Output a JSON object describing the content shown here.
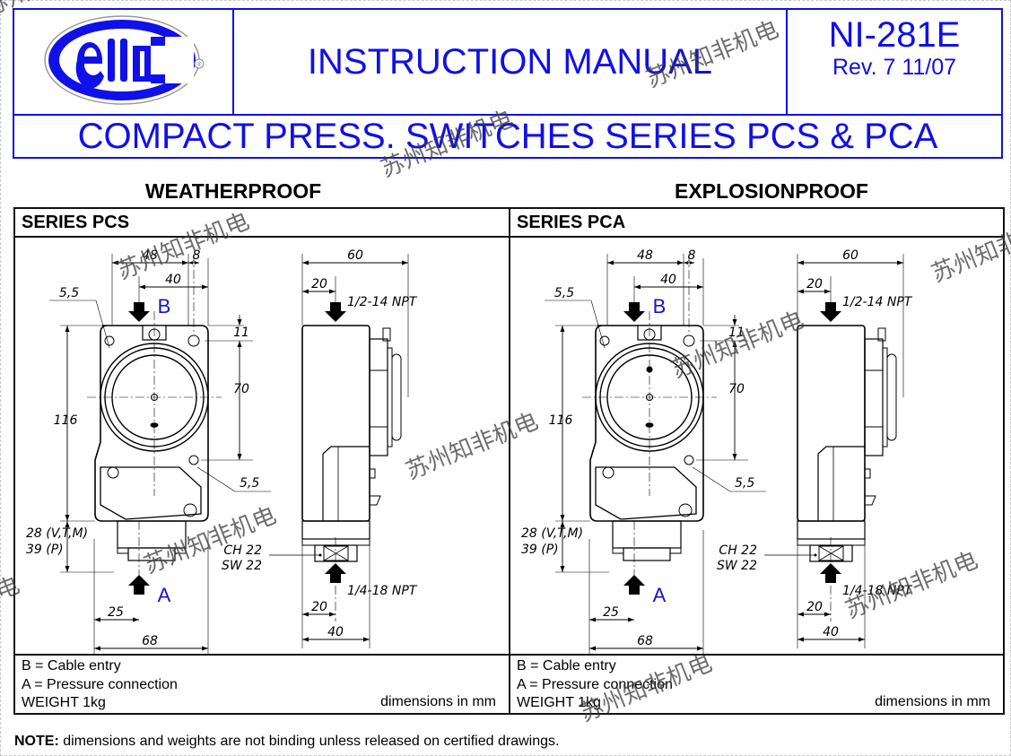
{
  "header": {
    "logo_text": "ellia",
    "logo_registered": "®",
    "title": "INSTRUCTION MANUAL",
    "doc_code": "NI-281E",
    "revision": "Rev. 7  11/07",
    "subtitle": "COMPACT PRESS. SWITCHES SERIES PCS & PCA"
  },
  "colors": {
    "brand_blue": "#1010e8",
    "frame": "#111111"
  },
  "sections": [
    {
      "heading": "WEATHERPROOF",
      "series": "SERIES PCS",
      "legend": [
        "B = Cable entry",
        "A = Pressure connection",
        "WEIGHT 1kg"
      ],
      "units_note": "dimensions in mm",
      "front_dims": {
        "top_width": "48",
        "top_offset": "8",
        "entry_offset": "40",
        "hole_dia_top": "5,5",
        "hole_dia_bottom": "5,5",
        "top_to_hole": "11",
        "hole_spacing": "70",
        "body_height": "116",
        "fitting_height": "28 (V,T,M)",
        "fitting_height_p": "39 (P)",
        "connection_offset": "25",
        "overall_width": "68",
        "entry_label": "B",
        "connection_label": "A"
      },
      "side_dims": {
        "depth": "60",
        "entry_offset": "20",
        "entry_thread": "1/2-14 NPT",
        "wrench_ch": "CH 22",
        "wrench_sw": "SW 22",
        "connection_thread": "1/4-18 NPT",
        "connection_offset": "20",
        "base_width": "40"
      }
    },
    {
      "heading": "EXPLOSIONPROOF",
      "series": "SERIES PCA",
      "legend": [
        "B = Cable entry",
        "A = Pressure connection",
        "WEIGHT 1kg"
      ],
      "units_note": "dimensions in mm",
      "front_dims": {
        "top_width": "48",
        "top_offset": "8",
        "entry_offset": "40",
        "hole_dia_top": "5,5",
        "hole_dia_bottom": "5,5",
        "top_to_hole": "11",
        "hole_spacing": "70",
        "body_height": "116",
        "fitting_height": "28 (V,T,M)",
        "fitting_height_p": "39 (P)",
        "connection_offset": "25",
        "overall_width": "68",
        "entry_label": "B",
        "connection_label": "A"
      },
      "side_dims": {
        "depth": "60",
        "entry_offset": "20",
        "entry_thread": "1/2-14 NPT",
        "wrench_ch": "CH 22",
        "wrench_sw": "SW 22",
        "connection_thread": "1/4-18 NPT",
        "connection_offset": "20",
        "base_width": "40"
      }
    }
  ],
  "note": {
    "label": "NOTE:",
    "text": " dimensions and weights are not binding unless released on certified drawings."
  },
  "watermark": "苏州知非机电"
}
